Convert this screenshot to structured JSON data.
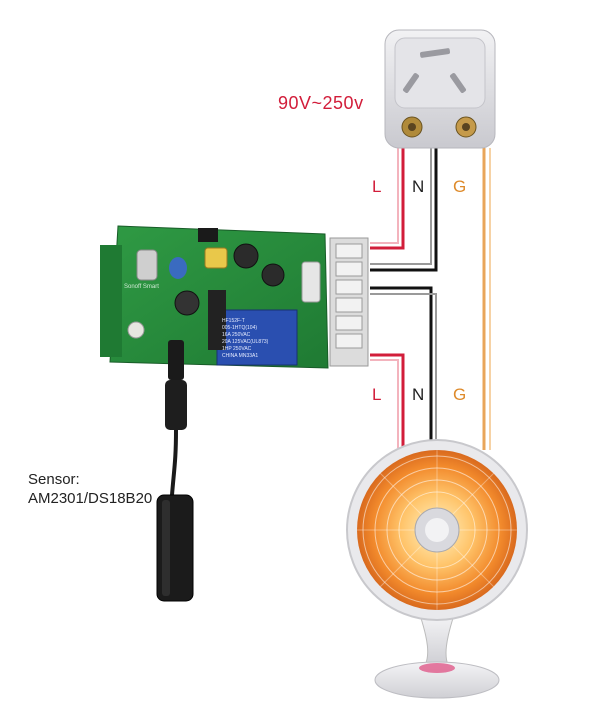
{
  "supply": {
    "voltage_label": "90V~250v"
  },
  "wires_top": {
    "live": "L",
    "neutral": "N",
    "ground": "G"
  },
  "wires_bottom": {
    "live": "L",
    "neutral": "N",
    "ground": "G"
  },
  "sensor": {
    "label_line1": "Sensor:",
    "label_line2": "AM2301/DS18B20"
  },
  "board": {
    "brand_text": "Sonoff Smart",
    "relay_text": [
      "HF152F-T",
      "005-1HTQ(104)",
      "16A 250VAC",
      "20A 125VAC(UL873)",
      "1HP 250VAC",
      "CHINA MN33A1"
    ]
  },
  "colors": {
    "live_wire": "#d21d3a",
    "neutral_wire": "#111111",
    "ground_wire": "#e8a55a",
    "pcb": "#2a8a3c",
    "relay": "#2a4fb0",
    "heater_glow": "#f59a3a"
  },
  "icons": {
    "socket": "three-pin-wall-socket-icon",
    "board": "sonoff-th-pcb-icon",
    "sensor": "temperature-sensor-probe-icon",
    "heater": "electric-heater-icon"
  }
}
